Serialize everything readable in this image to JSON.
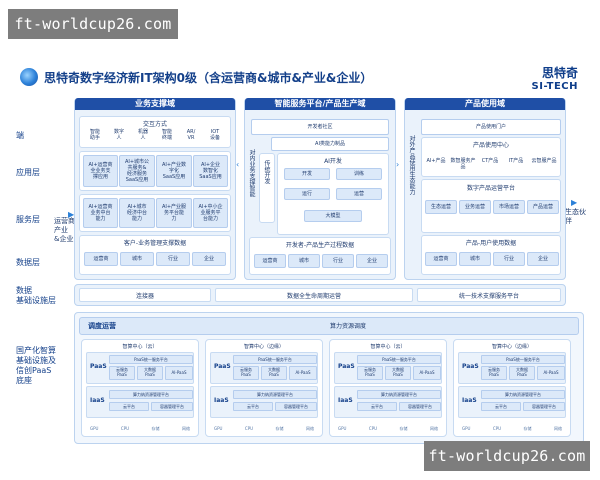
{
  "watermark": "ft-worldcup26.com",
  "title": "思特奇数字经济新IT架构0级（含运营商&城市&产业&企业）",
  "brand": {
    "cn": "思特奇",
    "en": "SI-TECH"
  },
  "left_labels": {
    "duan": "端",
    "app": "应用层",
    "service": "服务层",
    "data": "数据层",
    "infra": "数据\n基础设施层",
    "base": "国产化智算\n基础设施及\n信创PaaS\n底座"
  },
  "left_side_note": "运营商&城市\n产业\n&企业",
  "right_side_note": "生态伙伴",
  "col1": {
    "head": "业务支撑域",
    "interaction": {
      "title": "交互方式",
      "items": [
        "智能\n助手",
        "数字\n人",
        "机器\n人",
        "智能\n终端",
        "AR/\nVR",
        "IOT\n设备"
      ]
    },
    "apps": [
      "AI+运营商\n全业务支\n撑应用",
      "AI+城市公\n共服务&\n经济服务\nSaaS应用",
      "AI+产业数\n字化\nSaaS应用",
      "AI+企业\n数智化\nSaaS应用"
    ],
    "services": [
      "AI+运营商\n业务中台\n能力",
      "AI+城市\n经济中台\n能力",
      "AI+产业服\n务平台能\n力",
      "AI+中小企\n业服务平\n台能力"
    ],
    "data_title": "客户-业务管理支撑数据",
    "data_items": [
      "运营商",
      "城市",
      "行业",
      "企业"
    ]
  },
  "col2": {
    "head": "智能服务平台/产品生产域",
    "dev_community": "开发者社区",
    "ai_model": "AI类能力制品",
    "left_vert": "传统开发",
    "mid_vert": "对内业务支撑智能",
    "ai_dev": {
      "title": "AI开发",
      "items": [
        "开发",
        "训练",
        "运行",
        "运营",
        "大模型"
      ]
    },
    "data_title": "开发者-产品生产过程数据",
    "data_items": [
      "运营商",
      "城市",
      "行业",
      "企业"
    ]
  },
  "col3": {
    "head": "产品使用域",
    "vert": "对外产品使用生态能力",
    "portal": "产品使用门户",
    "center": {
      "title": "产品使用中心",
      "items": [
        "AI+产品",
        "数智服务产品",
        "CT产品",
        "IT产品",
        "云智服产品"
      ]
    },
    "ops": {
      "title": "数字产品运营平台",
      "items": [
        "生态运营",
        "业务运营",
        "市场运营",
        "产品运营"
      ]
    },
    "data_title": "产品-用户使用数据",
    "data_items": [
      "运营商",
      "城市",
      "行业",
      "企业"
    ]
  },
  "infra_bar": {
    "left": "连接器",
    "mid": "数据全生命周期运营",
    "right": "统一技术支撑服务平台"
  },
  "sched": {
    "label": "调度运营",
    "right": "算力资源调度"
  },
  "nodes": [
    {
      "title": "智算中心（云）",
      "paas": "PaaS",
      "paas_top": "PaaS统一服务平台",
      "paas_items": [
        "云服务\nPaaS",
        "大数据\nPaaS",
        "AI-PaaS"
      ],
      "iaas": "IaaS",
      "iaas_top": "算力纳资源管理平台",
      "iaas_items": [
        "云平台",
        "容器管理平台"
      ],
      "chips": [
        "GPU",
        "CPU",
        "存储",
        "网络"
      ]
    },
    {
      "title": "智算中心（边缘）",
      "paas": "PaaS",
      "paas_top": "PaaS统一服务平台",
      "paas_items": [
        "云服务\nPaaS",
        "大数据\nPaaS",
        "AI-PaaS"
      ],
      "iaas": "IaaS",
      "iaas_top": "算力纳资源管理平台",
      "iaas_items": [
        "云平台",
        "容器管理平台"
      ],
      "chips": [
        "GPU",
        "CPU",
        "存储",
        "网络"
      ]
    },
    {
      "title": "智算中心（云）",
      "paas": "PaaS",
      "paas_top": "PaaS统一服务平台",
      "paas_items": [
        "云服务\nPaaS",
        "大数据\nPaaS",
        "AI-PaaS"
      ],
      "iaas": "IaaS",
      "iaas_top": "算力纳资源管理平台",
      "iaas_items": [
        "云平台",
        "容器管理平台"
      ],
      "chips": [
        "GPU",
        "CPU",
        "存储",
        "网络"
      ]
    },
    {
      "title": "智算中心（边缘）",
      "paas": "PaaS",
      "paas_top": "PaaS统一服务平台",
      "paas_items": [
        "云服务\nPaaS",
        "大数据\nPaaS",
        "AI-PaaS"
      ],
      "iaas": "IaaS",
      "iaas_top": "算力纳资源管理平台",
      "iaas_items": [
        "云平台",
        "容器管理平台"
      ],
      "chips": [
        "GPU",
        "CPU",
        "存储",
        "网络"
      ]
    }
  ],
  "colors": {
    "header_blue": "#1f4fa6",
    "panel_blue": "#eaf2fb",
    "accent": "#2b80d8"
  }
}
